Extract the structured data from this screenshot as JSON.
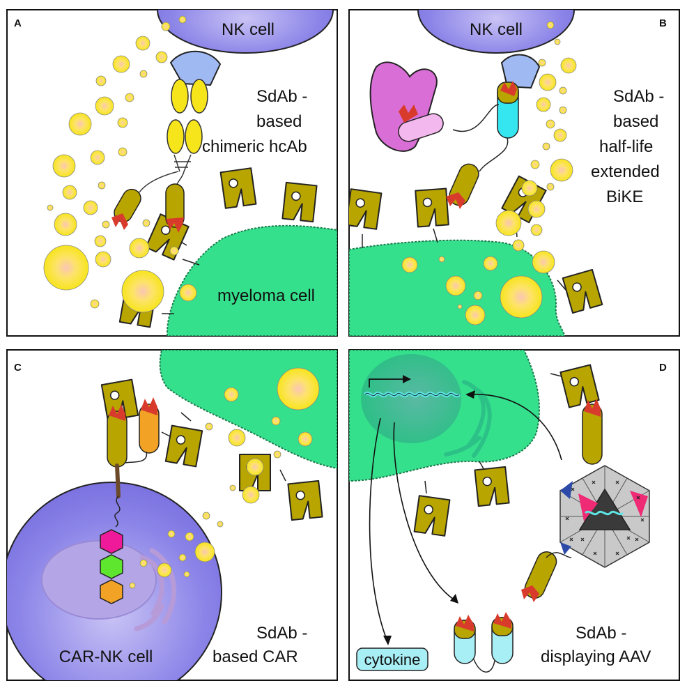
{
  "panels": {
    "a": {
      "letter": "A",
      "top_cell": "NK cell",
      "target_cell": "myeloma cell",
      "caption": [
        "SdAb -",
        "based",
        "chimeric hcAb"
      ]
    },
    "b": {
      "letter": "B",
      "top_cell": "NK cell",
      "caption": [
        "SdAb -",
        "based",
        "half-life",
        "extended",
        "BiKE"
      ]
    },
    "c": {
      "letter": "C",
      "effector_cell": "CAR-NK cell",
      "caption": [
        "SdAb -",
        "based CAR"
      ]
    },
    "d": {
      "letter": "D",
      "product_box": "cytokine",
      "caption": [
        "SdAb -",
        "displaying AAV"
      ]
    }
  },
  "colors": {
    "nk_cell": "#8c85e8",
    "myeloma_cell": "#35e08d",
    "antigen": "#b8a500",
    "cytokine_granule": "#f7e51c",
    "cdr_red": "#d83b2c",
    "bike_cyan": "#35e5f0",
    "albumin_pink": "#d96fd6",
    "car_magenta": "#ef1a9a",
    "car_green": "#5ee62f",
    "car_orange": "#f2a224",
    "aav_grey": "#c9c9c9"
  },
  "icons": [
    "nk-cell-icon",
    "myeloma-cell-icon",
    "antigen-icon",
    "granule-icon",
    "sdab-icon",
    "aav-capsid-icon",
    "dna-icon"
  ]
}
